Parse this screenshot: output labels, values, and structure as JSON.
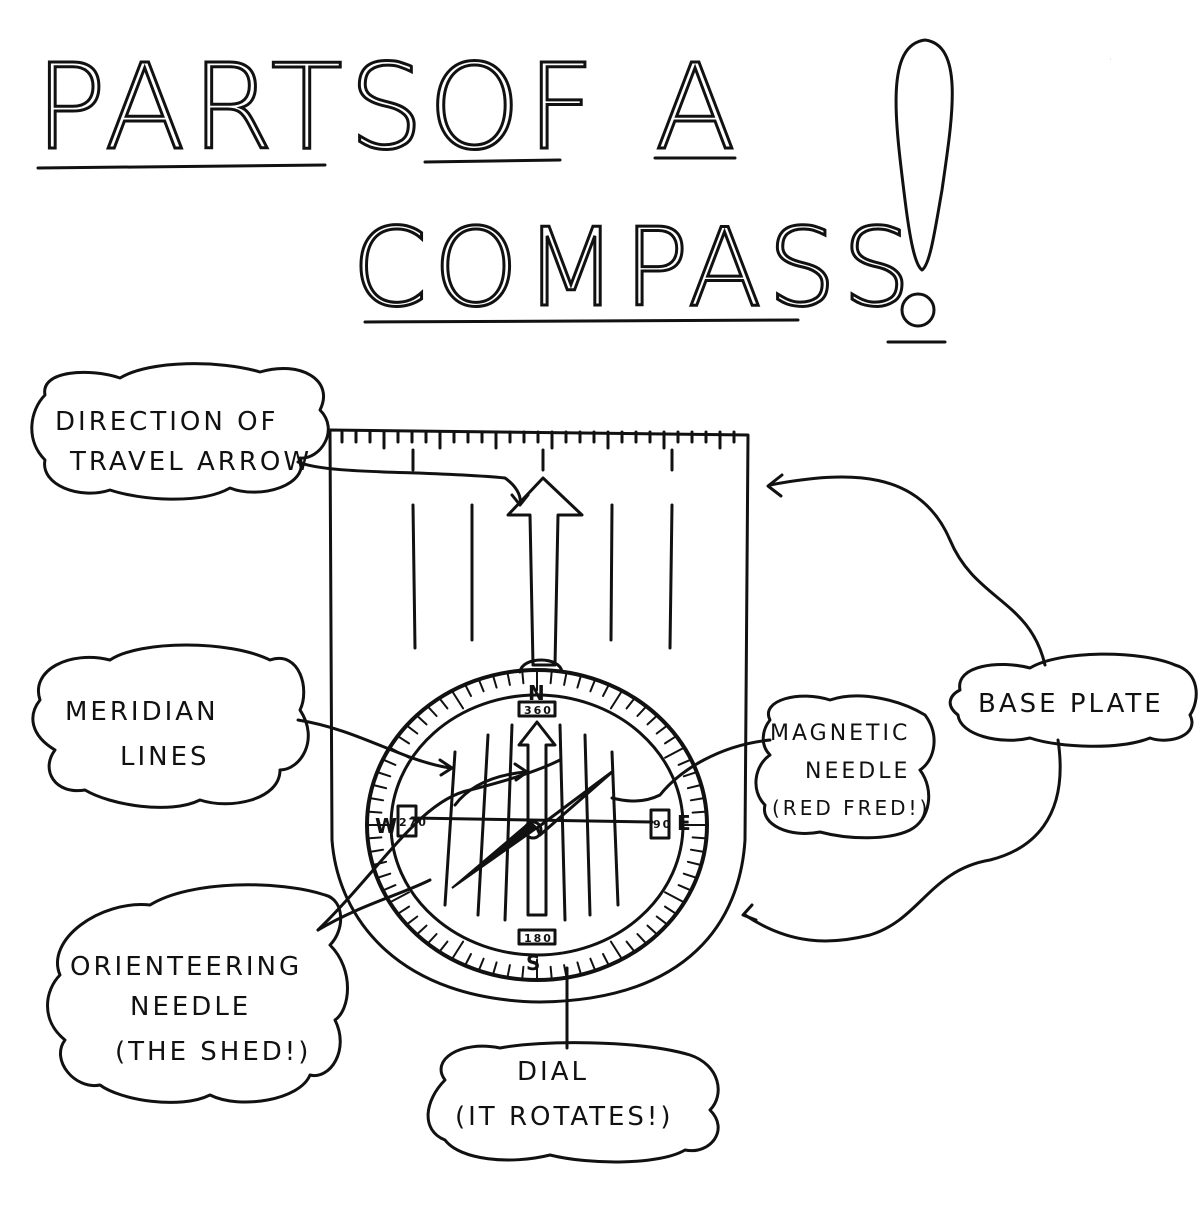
{
  "title": {
    "line1_words": [
      "PARTS",
      "OF",
      "A"
    ],
    "line2": "COMPASS",
    "exclamation": "!"
  },
  "labels": {
    "direction_of_travel": [
      "DIRECTION OF",
      "TRAVEL ARROW"
    ],
    "meridian_lines": [
      "MERIDIAN",
      "LINES"
    ],
    "orienteering_needle": [
      "ORIENTEERING",
      "NEEDLE",
      "(THE SHED!)"
    ],
    "dial": [
      "DIAL",
      "(IT ROTATES!)"
    ],
    "magnetic_needle": [
      "MAGNETIC",
      "NEEDLE",
      "(RED FRED!)"
    ],
    "base_plate": [
      "BASE PLATE"
    ]
  },
  "dial_markings": {
    "north": "N",
    "south": "S",
    "east": "E",
    "west": "W",
    "deg_north": "360",
    "deg_south": "180",
    "deg_east": "90",
    "deg_west": "270"
  },
  "colors": {
    "ink": "#111111",
    "paper": "#ffffff"
  }
}
